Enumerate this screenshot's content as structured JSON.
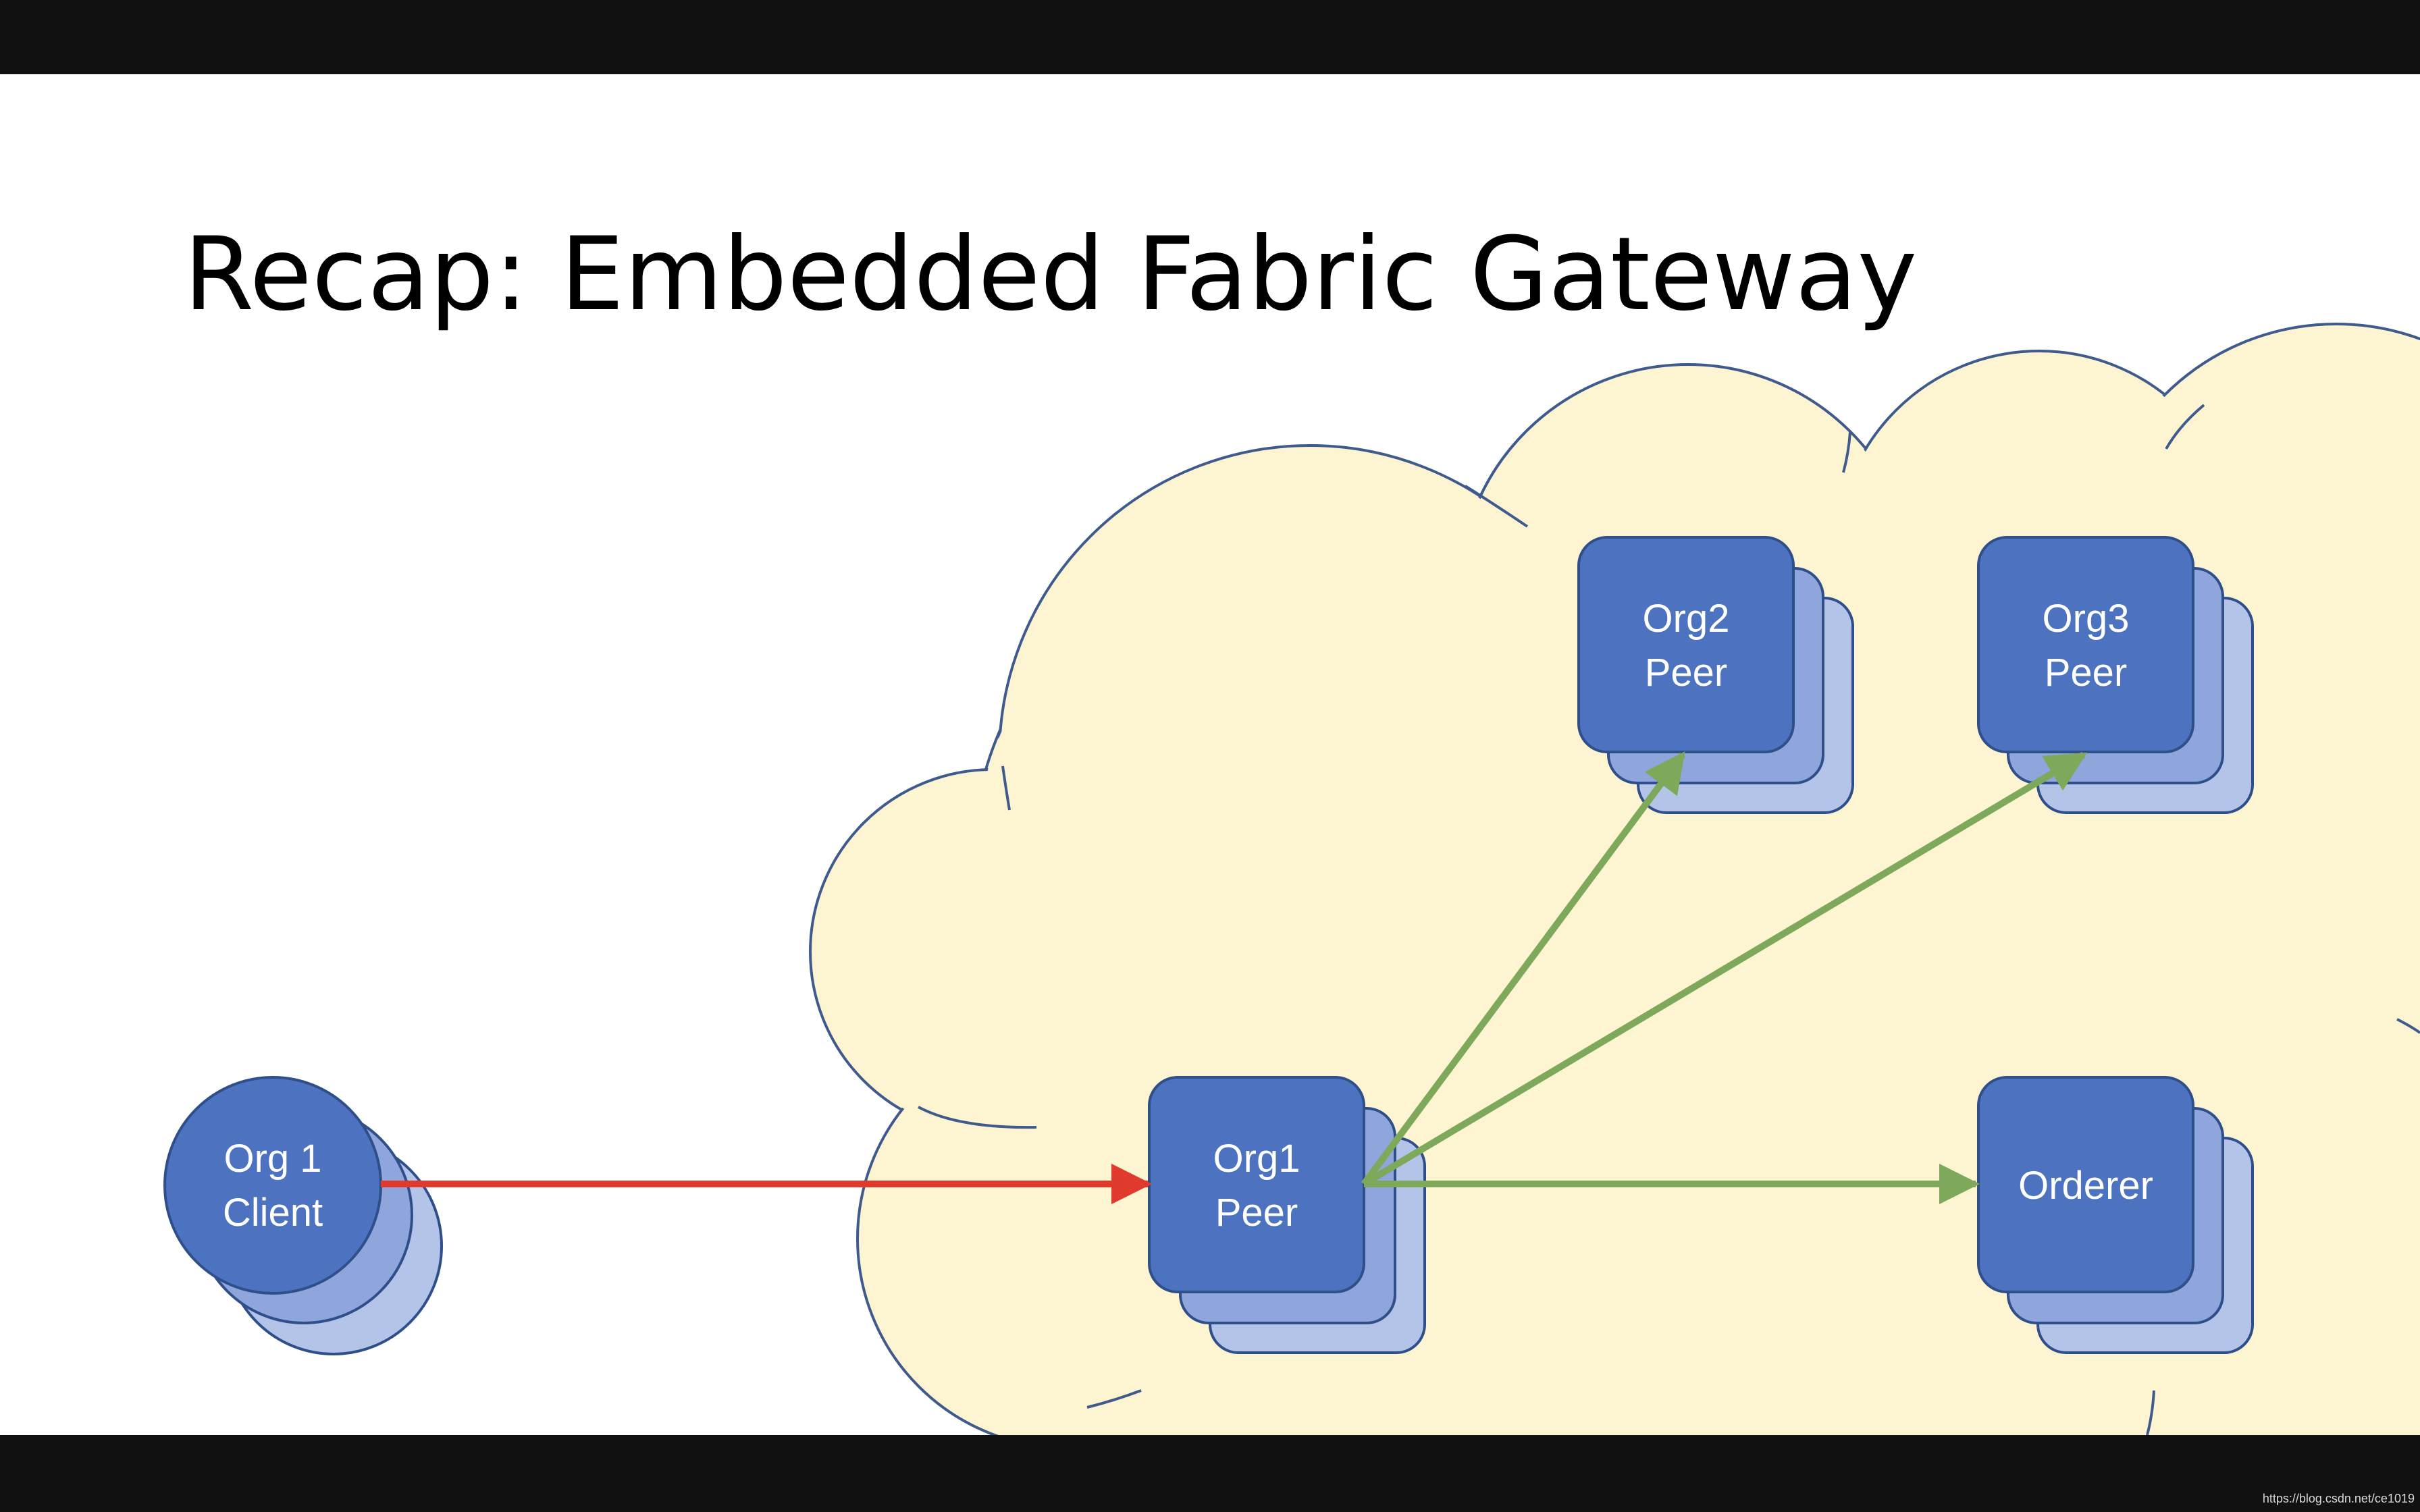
{
  "slide": {
    "title": "Recap: Embedded Fabric Gateway"
  },
  "nodes": {
    "client": {
      "line1": "Org 1",
      "line2": "Client"
    },
    "org1_peer": {
      "line1": "Org1",
      "line2": "Peer"
    },
    "org2_peer": {
      "line1": "Org2",
      "line2": "Peer"
    },
    "org3_peer": {
      "line1": "Org3",
      "line2": "Peer"
    },
    "orderer": {
      "line1": "Orderer"
    }
  },
  "footer": {
    "watermark": "https://blog.csdn.net/ce1019"
  },
  "colors": {
    "letterbox": "#111111",
    "slide_bg": "#ffffff",
    "cloud_fill": "#fdf4d2",
    "cloud_stroke": "#3f5a8c",
    "node_front": "#4d73c0",
    "node_mid": "#8ea6db",
    "node_back": "#b3c4e8",
    "node_stroke": "#2f4f8a",
    "client_arrow": "#e03a2d",
    "peer_arrow": "#7ea85a"
  }
}
